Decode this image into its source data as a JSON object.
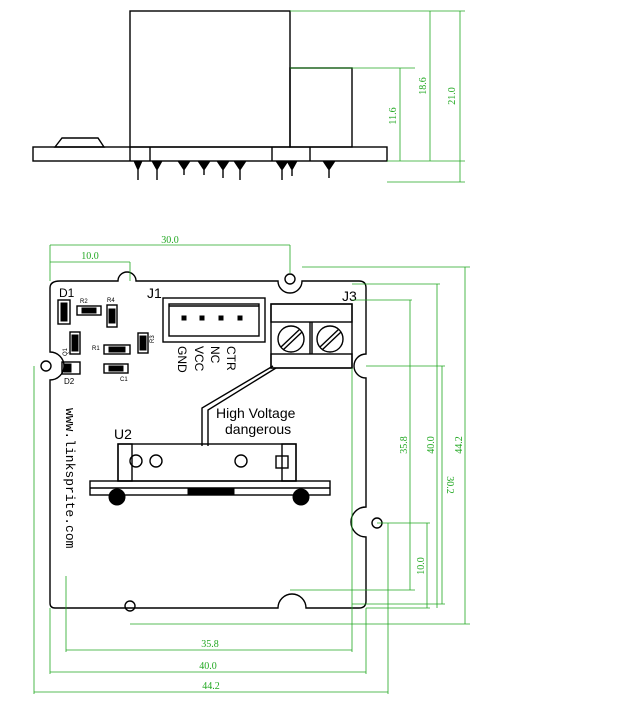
{
  "side_view": {
    "dimensions": [
      "18.6",
      "21.0",
      "11.6"
    ]
  },
  "top_view": {
    "dimensions": {
      "top_30": "30.0",
      "top_10": "10.0",
      "right_35_8": "35.8",
      "right_40": "40.0",
      "right_44_2": "44.2",
      "right_30_2": "30.2",
      "right_10": "10.0",
      "bottom_35_8": "35.8",
      "bottom_40": "40.0",
      "bottom_44_2": "44.2"
    },
    "labels": {
      "d1": "D1",
      "d2": "D2",
      "j1": "J1",
      "j3": "J3",
      "u2": "U2",
      "r1": "R1",
      "r2": "R2",
      "r3": "R3",
      "r4": "R4",
      "c1": "C1",
      "q1": "Q1",
      "pin_gnd": "GND",
      "pin_vcc": "VCC",
      "pin_nc": "NC",
      "pin_ctr": "CTR",
      "warning_line1": "High Voltage",
      "warning_line2": "dangerous",
      "website": "www.linksprite.com"
    }
  }
}
